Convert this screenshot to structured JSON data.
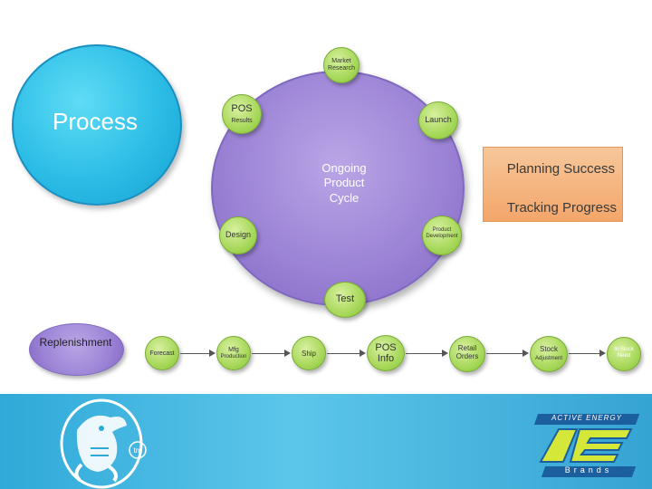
{
  "process": {
    "label": "Process"
  },
  "cycle": {
    "center": [
      "Ongoing",
      "Product",
      "Cycle"
    ],
    "nodes": {
      "market_research": [
        "Market",
        "Research"
      ],
      "pos": "POS",
      "results": "Results",
      "launch": "Launch",
      "design": "Design",
      "product_development": [
        "Product",
        "Development"
      ],
      "test": "Test"
    }
  },
  "planning": {
    "line1": "Planning Success",
    "line2": "Tracking Progress"
  },
  "replenishment": {
    "label": "Replenishment"
  },
  "chain": [
    {
      "line1": "Forecast",
      "line2": ""
    },
    {
      "line1": "Mfg",
      "line2": "Production"
    },
    {
      "line1": "Ship",
      "line2": ""
    },
    {
      "line1": "POS",
      "line2": "Info"
    },
    {
      "line1": "Retail",
      "line2": "Orders"
    },
    {
      "line1": "Stock",
      "line2": "Adjustment"
    },
    {
      "line1": "In Stock",
      "line2": "Need"
    }
  ],
  "brand": {
    "top": "ACTIVE ENERGY",
    "bottom": "Brands",
    "mark": "tm"
  }
}
